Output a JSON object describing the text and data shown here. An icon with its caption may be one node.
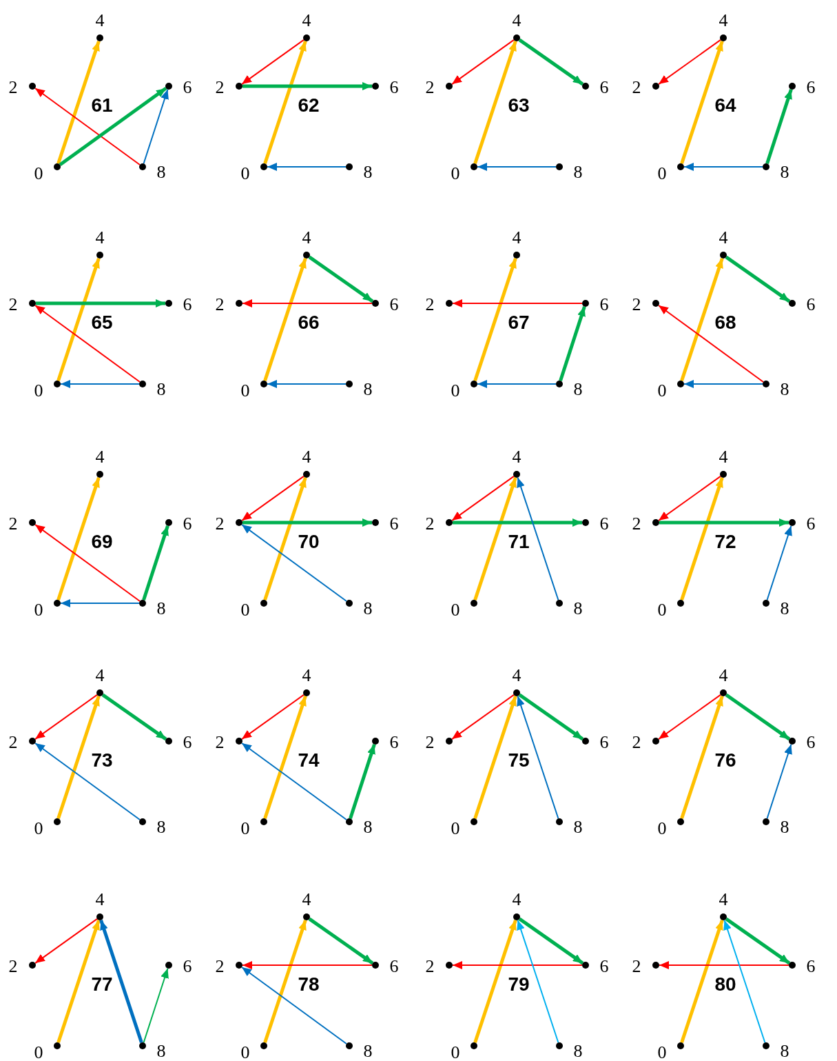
{
  "diagram": {
    "nodes": [
      {
        "text": [],
        "shape": "circle",
        "beside": [
          "4"
        ]
      },
      {
        "text": [],
        "shape": "circle",
        "beside": [
          "2"
        ]
      },
      {
        "text": [],
        "shape": "circle",
        "beside": [
          "6"
        ]
      },
      {
        "text": [],
        "shape": "circle",
        "beside": [
          "0"
        ]
      },
      {
        "text": [],
        "shape": "circle",
        "beside": [
          "8"
        ]
      },
      {
        "text": [],
        "shape": "circle",
        "beside": [
          "4"
        ]
      },
      {
        "text": [],
        "shape": "circle",
        "beside": [
          "2"
        ]
      },
      {
        "text": [],
        "shape": "circle",
        "beside": [
          "6"
        ]
      },
      {
        "text": [],
        "shape": "circle",
        "beside": [
          "0"
        ]
      },
      {
        "text": [],
        "shape": "circle",
        "beside": [
          "8"
        ]
      },
      {
        "text": [],
        "shape": "circle",
        "beside": [
          "4"
        ]
      },
      {
        "text": [],
        "shape": "circle",
        "beside": [
          "2"
        ]
      },
      {
        "text": [],
        "shape": "circle",
        "beside": [
          "6"
        ]
      },
      {
        "text": [],
        "shape": "circle",
        "beside": [
          "0"
        ]
      },
      {
        "text": [],
        "shape": "circle",
        "beside": [
          "8"
        ]
      },
      {
        "text": [],
        "shape": "circle",
        "beside": [
          "4"
        ]
      },
      {
        "text": [],
        "shape": "circle",
        "beside": [
          "2"
        ]
      },
      {
        "text": [],
        "shape": "circle",
        "beside": [
          "6"
        ]
      },
      {
        "text": [],
        "shape": "circle",
        "beside": [
          "0"
        ]
      },
      {
        "text": [],
        "shape": "circle",
        "beside": [
          "8"
        ]
      },
      {
        "text": [],
        "shape": "circle",
        "beside": [
          "4"
        ]
      },
      {
        "text": [],
        "shape": "circle",
        "beside": [
          "2"
        ]
      },
      {
        "text": [],
        "shape": "circle",
        "beside": [
          "6"
        ]
      },
      {
        "text": [],
        "shape": "circle",
        "beside": [
          "0"
        ]
      },
      {
        "text": [],
        "shape": "circle",
        "beside": [
          "8"
        ]
      },
      {
        "text": [],
        "shape": "circle",
        "beside": [
          "4"
        ]
      },
      {
        "text": [],
        "shape": "circle",
        "beside": [
          "2"
        ]
      },
      {
        "text": [],
        "shape": "circle",
        "beside": [
          "6"
        ]
      },
      {
        "text": [],
        "shape": "circle",
        "beside": [
          "0"
        ]
      },
      {
        "text": [],
        "shape": "circle",
        "beside": [
          "8"
        ]
      },
      {
        "text": [],
        "shape": "circle",
        "beside": [
          "4"
        ]
      },
      {
        "text": [],
        "shape": "circle",
        "beside": [
          "2"
        ]
      },
      {
        "text": [],
        "shape": "circle",
        "beside": [
          "6"
        ]
      },
      {
        "text": [],
        "shape": "circle",
        "beside": [
          "0"
        ]
      },
      {
        "text": [],
        "shape": "circle",
        "beside": [
          "8"
        ]
      },
      {
        "text": [],
        "shape": "circle",
        "beside": [
          "4"
        ]
      },
      {
        "text": [],
        "shape": "circle",
        "beside": [
          "2"
        ]
      },
      {
        "text": [],
        "shape": "circle",
        "beside": [
          "6"
        ]
      },
      {
        "text": [],
        "shape": "circle",
        "beside": [
          "0"
        ]
      },
      {
        "text": [],
        "shape": "circle",
        "beside": [
          "8"
        ]
      },
      {
        "text": [],
        "shape": "circle",
        "beside": [
          "4"
        ]
      },
      {
        "text": [],
        "shape": "circle",
        "beside": [
          "2"
        ]
      },
      {
        "text": [],
        "shape": "circle",
        "beside": [
          "6"
        ]
      },
      {
        "text": [],
        "shape": "circle",
        "beside": [
          "0"
        ]
      },
      {
        "text": [],
        "shape": "circle",
        "beside": [
          "8"
        ]
      },
      {
        "text": [],
        "shape": "circle",
        "beside": [
          "4"
        ]
      },
      {
        "text": [],
        "shape": "circle",
        "beside": [
          "2"
        ]
      },
      {
        "text": [],
        "shape": "circle",
        "beside": [
          "6"
        ]
      },
      {
        "text": [],
        "shape": "circle",
        "beside": [
          "0"
        ]
      },
      {
        "text": [],
        "shape": "circle",
        "beside": [
          "8"
        ]
      },
      {
        "text": [],
        "shape": "circle",
        "beside": [
          "4"
        ]
      },
      {
        "text": [],
        "shape": "circle",
        "beside": [
          "2"
        ]
      },
      {
        "text": [],
        "shape": "circle",
        "beside": [
          "6"
        ]
      },
      {
        "text": [],
        "shape": "circle",
        "beside": [
          "0"
        ]
      },
      {
        "text": [],
        "shape": "circle",
        "beside": [
          "8"
        ]
      },
      {
        "text": [],
        "shape": "circle",
        "beside": [
          "4"
        ]
      },
      {
        "text": [],
        "shape": "circle",
        "beside": [
          "2"
        ]
      },
      {
        "text": [],
        "shape": "circle",
        "beside": [
          "6"
        ]
      },
      {
        "text": [],
        "shape": "circle",
        "beside": [
          "0"
        ]
      },
      {
        "text": [],
        "shape": "circle",
        "beside": [
          "8"
        ]
      },
      {
        "text": [],
        "shape": "circle",
        "beside": [
          "4"
        ]
      },
      {
        "text": [],
        "shape": "circle",
        "beside": [
          "2"
        ]
      },
      {
        "text": [],
        "shape": "circle",
        "beside": [
          "6"
        ]
      },
      {
        "text": [],
        "shape": "circle",
        "beside": [
          "0"
        ]
      },
      {
        "text": [],
        "shape": "circle",
        "beside": [
          "8"
        ]
      },
      {
        "text": [],
        "shape": "circle",
        "beside": [
          "4"
        ]
      },
      {
        "text": [],
        "shape": "circle",
        "beside": [
          "2"
        ]
      },
      {
        "text": [],
        "shape": "circle",
        "beside": [
          "6"
        ]
      },
      {
        "text": [],
        "shape": "circle",
        "beside": [
          "0"
        ]
      },
      {
        "text": [],
        "shape": "circle",
        "beside": [
          "8"
        ]
      },
      {
        "text": [],
        "shape": "circle",
        "beside": [
          "4"
        ]
      },
      {
        "text": [],
        "shape": "circle",
        "beside": [
          "2"
        ]
      },
      {
        "text": [],
        "shape": "circle",
        "beside": [
          "6"
        ]
      },
      {
        "text": [],
        "shape": "circle",
        "beside": [
          "0"
        ]
      },
      {
        "text": [],
        "shape": "circle",
        "beside": [
          "8"
        ]
      },
      {
        "text": [],
        "shape": "circle",
        "beside": [
          "4"
        ]
      },
      {
        "text": [],
        "shape": "circle",
        "beside": [
          "2"
        ]
      },
      {
        "text": [],
        "shape": "circle",
        "beside": [
          "6"
        ]
      },
      {
        "text": [],
        "shape": "circle",
        "beside": [
          "0"
        ]
      },
      {
        "text": [],
        "shape": "circle",
        "beside": [
          "8"
        ]
      },
      {
        "text": [],
        "shape": "circle",
        "beside": [
          "4"
        ]
      },
      {
        "text": [],
        "shape": "circle",
        "beside": [
          "2"
        ]
      },
      {
        "text": [],
        "shape": "circle",
        "beside": [
          "6"
        ]
      },
      {
        "text": [],
        "shape": "circle",
        "beside": [
          "0"
        ]
      },
      {
        "text": [],
        "shape": "circle",
        "beside": [
          "8"
        ]
      },
      {
        "text": [],
        "shape": "circle",
        "beside": [
          "4"
        ]
      },
      {
        "text": [],
        "shape": "circle",
        "beside": [
          "2"
        ]
      },
      {
        "text": [],
        "shape": "circle",
        "beside": [
          "6"
        ]
      },
      {
        "text": [],
        "shape": "circle",
        "beside": [
          "0"
        ]
      },
      {
        "text": [],
        "shape": "circle",
        "beside": [
          "8"
        ]
      },
      {
        "text": [],
        "shape": "circle",
        "beside": [
          "4"
        ]
      },
      {
        "text": [],
        "shape": "circle",
        "beside": [
          "2"
        ]
      },
      {
        "text": [],
        "shape": "circle",
        "beside": [
          "6"
        ]
      },
      {
        "text": [],
        "shape": "circle",
        "beside": [
          "0"
        ]
      },
      {
        "text": [],
        "shape": "circle",
        "beside": [
          "8"
        ]
      },
      {
        "text": [],
        "shape": "circle",
        "beside": [
          "4"
        ]
      },
      {
        "text": [],
        "shape": "circle",
        "beside": [
          "2"
        ]
      },
      {
        "text": [],
        "shape": "circle",
        "beside": [
          "6"
        ]
      },
      {
        "text": [],
        "shape": "circle",
        "beside": [
          "0"
        ]
      },
      {
        "text": [],
        "shape": "circle",
        "beside": [
          "8"
        ]
      }
    ],
    "edges": [
      {
        "from": 3,
        "to": 0,
        "arrow": "to",
        "color": "#ffc000",
        "style": "thick"
      },
      {
        "from": 4,
        "to": 1,
        "arrow": "to",
        "color": "#ff0000"
      },
      {
        "from": 3,
        "to": 2,
        "arrow": "to",
        "color": "#00b050",
        "style": "thick"
      },
      {
        "from": 4,
        "to": 2,
        "arrow": "to",
        "color": "#0070c0"
      },
      {
        "from": 8,
        "to": 5,
        "arrow": "to",
        "color": "#ffc000",
        "style": "thick"
      },
      {
        "from": 5,
        "to": 6,
        "arrow": "to",
        "color": "#ff0000"
      },
      {
        "from": 6,
        "to": 7,
        "arrow": "to",
        "color": "#00b050",
        "style": "thick"
      },
      {
        "from": 9,
        "to": 8,
        "arrow": "to",
        "color": "#0070c0"
      },
      {
        "from": 13,
        "to": 10,
        "arrow": "to",
        "color": "#ffc000",
        "style": "thick"
      },
      {
        "from": 10,
        "to": 11,
        "arrow": "to",
        "color": "#ff0000"
      },
      {
        "from": 10,
        "to": 12,
        "arrow": "to",
        "color": "#00b050",
        "style": "thick"
      },
      {
        "from": 14,
        "to": 13,
        "arrow": "to",
        "color": "#0070c0"
      },
      {
        "from": 18,
        "to": 15,
        "arrow": "to",
        "color": "#ffc000",
        "style": "thick"
      },
      {
        "from": 15,
        "to": 16,
        "arrow": "to",
        "color": "#ff0000"
      },
      {
        "from": 19,
        "to": 17,
        "arrow": "to",
        "color": "#00b050",
        "style": "thick"
      },
      {
        "from": 19,
        "to": 18,
        "arrow": "to",
        "color": "#0070c0"
      },
      {
        "from": 23,
        "to": 20,
        "arrow": "to",
        "color": "#ffc000",
        "style": "thick"
      },
      {
        "from": 24,
        "to": 21,
        "arrow": "to",
        "color": "#ff0000"
      },
      {
        "from": 21,
        "to": 22,
        "arrow": "to",
        "color": "#00b050",
        "style": "thick"
      },
      {
        "from": 24,
        "to": 23,
        "arrow": "to",
        "color": "#0070c0"
      },
      {
        "from": 28,
        "to": 25,
        "arrow": "to",
        "color": "#ffc000",
        "style": "thick"
      },
      {
        "from": 27,
        "to": 26,
        "arrow": "to",
        "color": "#ff0000"
      },
      {
        "from": 25,
        "to": 27,
        "arrow": "to",
        "color": "#00b050",
        "style": "thick"
      },
      {
        "from": 29,
        "to": 28,
        "arrow": "to",
        "color": "#0070c0"
      },
      {
        "from": 33,
        "to": 30,
        "arrow": "to",
        "color": "#ffc000",
        "style": "thick"
      },
      {
        "from": 32,
        "to": 31,
        "arrow": "to",
        "color": "#ff0000"
      },
      {
        "from": 34,
        "to": 32,
        "arrow": "to",
        "color": "#00b050",
        "style": "thick"
      },
      {
        "from": 34,
        "to": 33,
        "arrow": "to",
        "color": "#0070c0"
      },
      {
        "from": 38,
        "to": 35,
        "arrow": "to",
        "color": "#ffc000",
        "style": "thick"
      },
      {
        "from": 39,
        "to": 36,
        "arrow": "to",
        "color": "#ff0000"
      },
      {
        "from": 35,
        "to": 37,
        "arrow": "to",
        "color": "#00b050",
        "style": "thick"
      },
      {
        "from": 39,
        "to": 38,
        "arrow": "to",
        "color": "#0070c0"
      },
      {
        "from": 43,
        "to": 40,
        "arrow": "to",
        "color": "#ffc000",
        "style": "thick"
      },
      {
        "from": 44,
        "to": 41,
        "arrow": "to",
        "color": "#ff0000"
      },
      {
        "from": 44,
        "to": 42,
        "arrow": "to",
        "color": "#00b050",
        "style": "thick"
      },
      {
        "from": 44,
        "to": 43,
        "arrow": "to",
        "color": "#0070c0"
      },
      {
        "from": 48,
        "to": 45,
        "arrow": "to",
        "color": "#ffc000",
        "style": "thick"
      },
      {
        "from": 45,
        "to": 46,
        "arrow": "to",
        "color": "#ff0000"
      },
      {
        "from": 46,
        "to": 47,
        "arrow": "to",
        "color": "#00b050",
        "style": "thick"
      },
      {
        "from": 49,
        "to": 46,
        "arrow": "to",
        "color": "#0070c0"
      },
      {
        "from": 53,
        "to": 50,
        "arrow": "to",
        "color": "#ffc000",
        "style": "thick"
      },
      {
        "from": 50,
        "to": 51,
        "arrow": "to",
        "color": "#ff0000"
      },
      {
        "from": 51,
        "to": 52,
        "arrow": "to",
        "color": "#00b050",
        "style": "thick"
      },
      {
        "from": 54,
        "to": 50,
        "arrow": "to",
        "color": "#0070c0"
      },
      {
        "from": 58,
        "to": 55,
        "arrow": "to",
        "color": "#ffc000",
        "style": "thick"
      },
      {
        "from": 55,
        "to": 56,
        "arrow": "to",
        "color": "#ff0000"
      },
      {
        "from": 56,
        "to": 57,
        "arrow": "to",
        "color": "#00b050",
        "style": "thick"
      },
      {
        "from": 59,
        "to": 57,
        "arrow": "to",
        "color": "#0070c0"
      },
      {
        "from": 63,
        "to": 60,
        "arrow": "to",
        "color": "#ffc000",
        "style": "thick"
      },
      {
        "from": 60,
        "to": 61,
        "arrow": "to",
        "color": "#ff0000"
      },
      {
        "from": 60,
        "to": 62,
        "arrow": "to",
        "color": "#00b050",
        "style": "thick"
      },
      {
        "from": 64,
        "to": 61,
        "arrow": "to",
        "color": "#0070c0"
      },
      {
        "from": 68,
        "to": 65,
        "arrow": "to",
        "color": "#ffc000",
        "style": "thick"
      },
      {
        "from": 65,
        "to": 66,
        "arrow": "to",
        "color": "#ff0000"
      },
      {
        "from": 69,
        "to": 67,
        "arrow": "to",
        "color": "#00b050",
        "style": "thick"
      },
      {
        "from": 69,
        "to": 66,
        "arrow": "to",
        "color": "#0070c0"
      },
      {
        "from": 73,
        "to": 70,
        "arrow": "to",
        "color": "#ffc000",
        "style": "thick"
      },
      {
        "from": 70,
        "to": 71,
        "arrow": "to",
        "color": "#ff0000"
      },
      {
        "from": 70,
        "to": 72,
        "arrow": "to",
        "color": "#00b050",
        "style": "thick"
      },
      {
        "from": 74,
        "to": 70,
        "arrow": "to",
        "color": "#0070c0"
      },
      {
        "from": 78,
        "to": 75,
        "arrow": "to",
        "color": "#ffc000",
        "style": "thick"
      },
      {
        "from": 75,
        "to": 76,
        "arrow": "to",
        "color": "#ff0000"
      },
      {
        "from": 75,
        "to": 77,
        "arrow": "to",
        "color": "#00b050",
        "style": "thick"
      },
      {
        "from": 79,
        "to": 77,
        "arrow": "to",
        "color": "#0070c0"
      },
      {
        "from": 83,
        "to": 80,
        "arrow": "to",
        "color": "#ffc000",
        "style": "thick"
      },
      {
        "from": 80,
        "to": 81,
        "arrow": "to",
        "color": "#ff0000"
      },
      {
        "from": 84,
        "to": 82,
        "arrow": "to",
        "color": "#00b050"
      },
      {
        "from": 84,
        "to": 80,
        "arrow": "to",
        "color": "#0070c0",
        "style": "thick"
      },
      {
        "from": 88,
        "to": 85,
        "arrow": "to",
        "color": "#ffc000",
        "style": "thick"
      },
      {
        "from": 87,
        "to": 86,
        "arrow": "to",
        "color": "#ff0000"
      },
      {
        "from": 85,
        "to": 87,
        "arrow": "to",
        "color": "#00b050",
        "style": "thick"
      },
      {
        "from": 89,
        "to": 86,
        "arrow": "to",
        "color": "#0070c0"
      },
      {
        "from": 93,
        "to": 90,
        "arrow": "to",
        "color": "#ffc000",
        "style": "thick"
      },
      {
        "from": 92,
        "to": 91,
        "arrow": "to",
        "color": "#ff0000"
      },
      {
        "from": 90,
        "to": 92,
        "arrow": "to",
        "color": "#00b050",
        "style": "thick"
      },
      {
        "from": 94,
        "to": 90,
        "arrow": "to",
        "color": "#00b0f0"
      },
      {
        "from": 98,
        "to": 95,
        "arrow": "to",
        "color": "#ffc000",
        "style": "thick"
      },
      {
        "from": 97,
        "to": 96,
        "arrow": "to",
        "color": "#ff0000"
      },
      {
        "from": 95,
        "to": 97,
        "arrow": "to",
        "color": "#00b050",
        "style": "thick"
      },
      {
        "from": 99,
        "to": 95,
        "arrow": "to",
        "color": "#00b0f0"
      }
    ],
    "labels": [
      "61",
      "62",
      "63",
      "64",
      "65",
      "66",
      "67",
      "68",
      "69",
      "70",
      "71",
      "72",
      "73",
      "74",
      "75",
      "76",
      "77",
      "78",
      "79",
      "80"
    ]
  }
}
